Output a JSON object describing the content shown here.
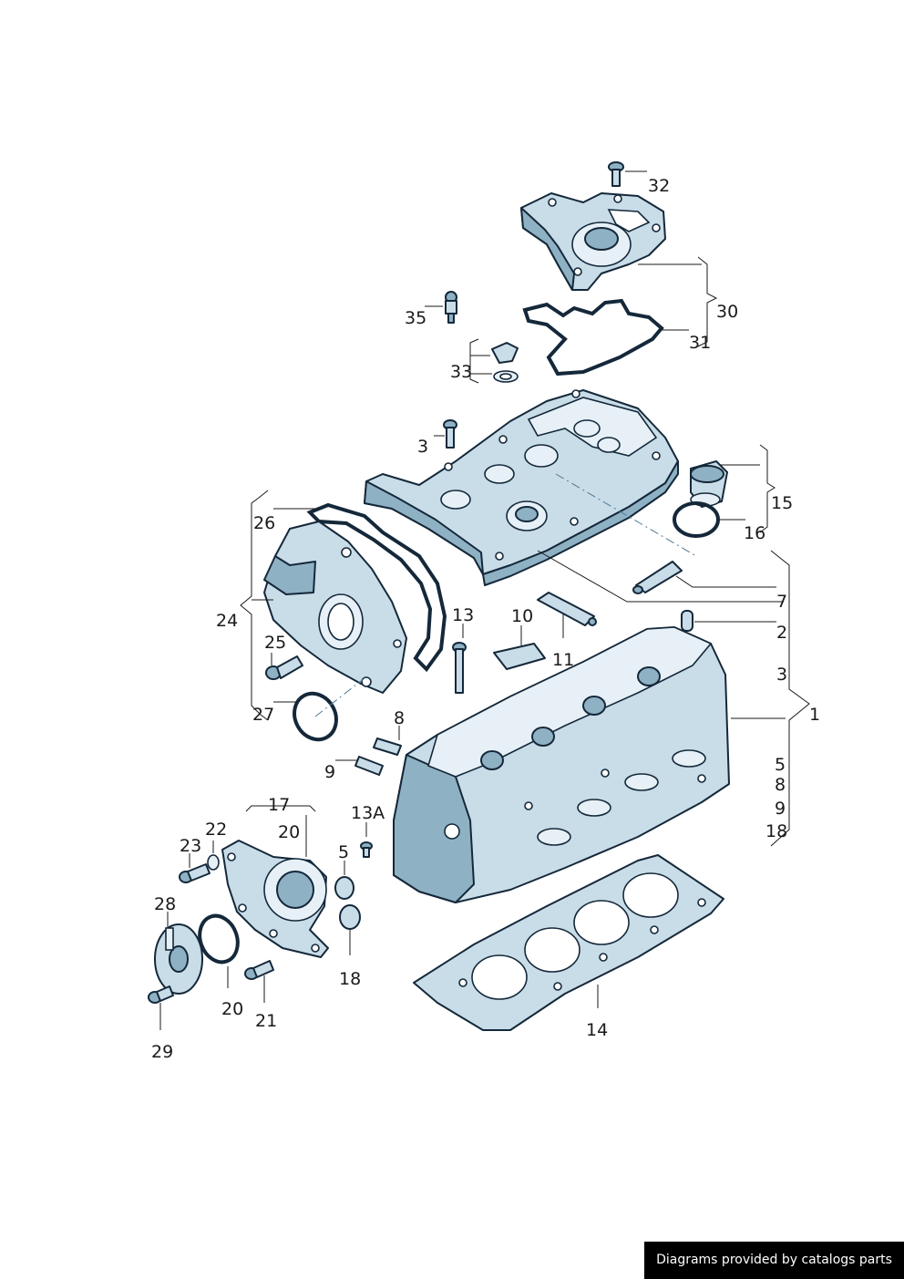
{
  "callouts": {
    "c32": "32",
    "c30": "30",
    "c31": "31",
    "c35": "35",
    "c33": "33",
    "c3a": "3",
    "c15": "15",
    "c16": "16",
    "c26": "26",
    "c7": "7",
    "c24": "24",
    "c13": "13",
    "c10": "10",
    "c2": "2",
    "c11": "11",
    "c3b": "3",
    "c25": "25",
    "c1": "1",
    "c27": "27",
    "c8a": "8",
    "c9a": "9",
    "c5b": "5",
    "c8b": "8",
    "c9b": "9",
    "c18b": "18",
    "c17": "17",
    "c13a": "13A",
    "c20a": "20",
    "c22": "22",
    "c23": "23",
    "c5a": "5",
    "c28": "28",
    "c18a": "18",
    "c20b": "20",
    "c21": "21",
    "c14": "14",
    "c29": "29"
  },
  "footer": {
    "text": "Diagrams provided by catalogs parts"
  }
}
